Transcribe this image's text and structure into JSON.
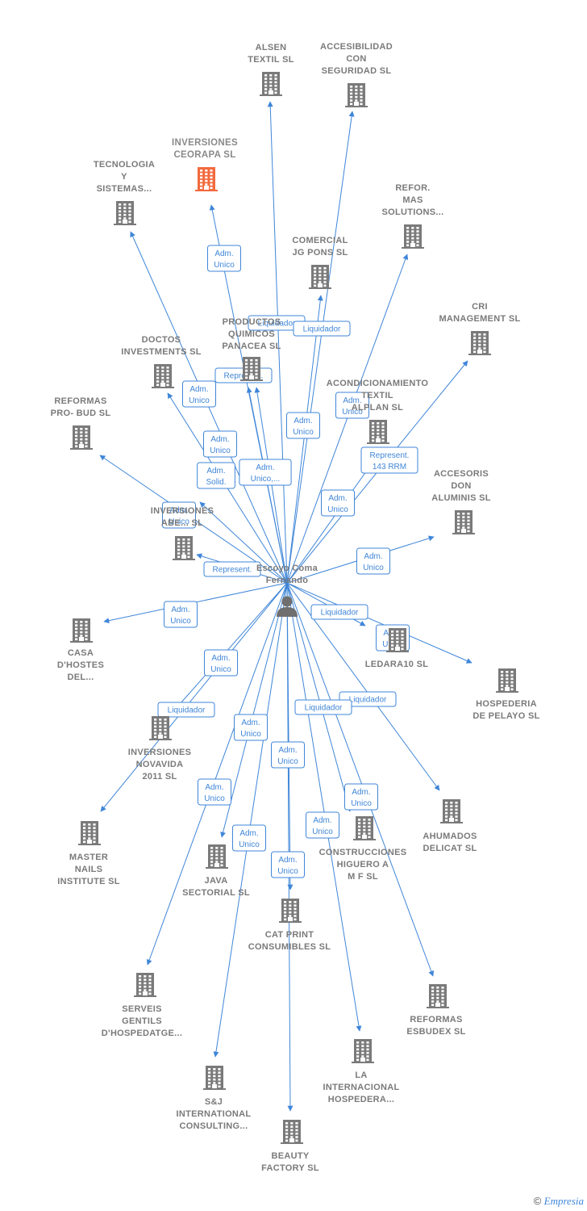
{
  "center": {
    "id": "person",
    "label": [
      "Escoyo Coma",
      "Fernando"
    ]
  },
  "colors": {
    "edge": "#3f86d8",
    "building": "#7a7a7a",
    "highlight": "#f26a3d",
    "text": "#7a7a7a"
  },
  "nodes": [
    {
      "id": "alsen",
      "label": [
        "ALSEN",
        "TEXTIL SL"
      ]
    },
    {
      "id": "accesibilidad",
      "label": [
        "ACCESIBILIDAD",
        "CON",
        "SEGURIDAD SL"
      ]
    },
    {
      "id": "inversiones_ceorapa",
      "label": [
        "INVERSIONES",
        "CEORAPA  SL"
      ],
      "highlight": true
    },
    {
      "id": "tecnologia",
      "label": [
        "TECNOLOGIA",
        "Y",
        "SISTEMAS..."
      ]
    },
    {
      "id": "refor_mas",
      "label": [
        "REFOR.",
        "MAS",
        "SOLUTIONS..."
      ]
    },
    {
      "id": "comercial_jg",
      "label": [
        "COMERCIAL",
        "JG PONS  SL"
      ]
    },
    {
      "id": "productos_quimicos",
      "label": [
        "PRODUCTOS",
        "QUIMICOS",
        "PANACEA  SL"
      ]
    },
    {
      "id": "cri",
      "label": [
        "CRI",
        "MANAGEMENT SL"
      ]
    },
    {
      "id": "doctos",
      "label": [
        "DOCTOS",
        "INVESTMENTS SL"
      ]
    },
    {
      "id": "acondicionamiento",
      "label": [
        "ACONDICIONAMIENTO",
        "TEXTIL",
        "ALPLAN SL"
      ]
    },
    {
      "id": "reformas_probud",
      "label": [
        "REFORMAS",
        "PRO- BUD  SL"
      ]
    },
    {
      "id": "accesoris",
      "label": [
        "ACCESORIS",
        "DON",
        "ALUMINIS SL"
      ]
    },
    {
      "id": "inversiones_abe",
      "label": [
        "INVERSIONES",
        "ABE...  SL"
      ]
    },
    {
      "id": "casa_dhostes",
      "label": [
        "CASA",
        "D'HOSTES",
        "DEL..."
      ]
    },
    {
      "id": "ledara10",
      "label": [
        "LEDARA10 SL"
      ]
    },
    {
      "id": "hospederia",
      "label": [
        "HOSPEDERIA",
        "DE PELAYO  SL"
      ]
    },
    {
      "id": "inversiones_novavida",
      "label": [
        "INVERSIONES",
        "NOVAVIDA",
        "2011 SL"
      ]
    },
    {
      "id": "ahumados",
      "label": [
        "AHUMADOS",
        "DELICAT SL"
      ]
    },
    {
      "id": "master_nails",
      "label": [
        "MASTER",
        "NAILS",
        "INSTITUTE SL"
      ]
    },
    {
      "id": "construcciones",
      "label": [
        "CONSTRUCCIONES",
        "HIGUERO A",
        "M F SL"
      ]
    },
    {
      "id": "java",
      "label": [
        "JAVA",
        "SECTORIAL SL"
      ]
    },
    {
      "id": "cat_print",
      "label": [
        "CAT PRINT",
        "CONSUMIBLES SL"
      ]
    },
    {
      "id": "serveis",
      "label": [
        "SERVEIS",
        "GENTILS",
        "D'HOSPEDATGE..."
      ]
    },
    {
      "id": "reformas_esbudex",
      "label": [
        "REFORMAS",
        "ESBUDEX  SL"
      ]
    },
    {
      "id": "la_internacional",
      "label": [
        "LA",
        "INTERNACIONAL",
        "HOSPEDERA..."
      ]
    },
    {
      "id": "sj",
      "label": [
        "S&J",
        "INTERNATIONAL",
        "CONSULTING..."
      ]
    },
    {
      "id": "beauty",
      "label": [
        "BEAUTY",
        "FACTORY  SL"
      ]
    }
  ],
  "edges": [
    {
      "to": "alsen",
      "label": [
        "Liquidador"
      ]
    },
    {
      "to": "accesibilidad",
      "label": [
        "Liquidador"
      ]
    },
    {
      "to": "inversiones_ceorapa",
      "label": [
        "Adm.",
        "Unico"
      ]
    },
    {
      "to": "tecnologia",
      "label": [
        "Adm.",
        "Unico"
      ]
    },
    {
      "to": "refor_mas",
      "label": [
        "Adm.",
        "Unico"
      ]
    },
    {
      "to": "comercial_jg",
      "label": [
        "Adm.",
        "Unico"
      ]
    },
    {
      "to": "productos_quimicos",
      "label": [
        "Represent."
      ]
    },
    {
      "to": "cri",
      "label": [
        "Represent.",
        "143 RRM"
      ]
    },
    {
      "to": "doctos",
      "label": [
        "Adm.",
        "Unico"
      ]
    },
    {
      "to": "acondicionamiento",
      "label": [
        "Adm.",
        "Unico"
      ]
    },
    {
      "to": "reformas_probud",
      "label": [
        "Adm.",
        "Unico"
      ]
    },
    {
      "to": "accesoris",
      "label": [
        "Adm.",
        "Unico"
      ]
    },
    {
      "to": "inversiones_abe",
      "label": [
        "Adm.",
        "Solid."
      ]
    },
    {
      "to": "productos_quimicos",
      "label": [
        "Adm.",
        "Unico,..."
      ]
    },
    {
      "to": "inversiones_abe",
      "label": [
        "Represent."
      ]
    },
    {
      "to": "casa_dhostes",
      "label": [
        "Adm.",
        "Unico"
      ]
    },
    {
      "to": "ledara10",
      "label": [
        "Liquidador"
      ]
    },
    {
      "to": "hospederia",
      "label": [
        "Adm.",
        "Unico"
      ]
    },
    {
      "to": "inversiones_novavida",
      "label": [
        "Adm.",
        "Unico"
      ]
    },
    {
      "to": "master_nails",
      "label": [
        "Liquidador"
      ]
    },
    {
      "to": "ahumados",
      "label": [
        "Liquidador"
      ]
    },
    {
      "to": "construcciones",
      "label": [
        "Liquidador"
      ]
    },
    {
      "to": "java",
      "label": [
        "Adm.",
        "Unico"
      ]
    },
    {
      "to": "cat_print",
      "label": [
        "Adm.",
        "Unico"
      ]
    },
    {
      "to": "serveis",
      "label": [
        "Adm.",
        "Unico"
      ]
    },
    {
      "to": "reformas_esbudex",
      "label": [
        "Adm.",
        "Unico"
      ]
    },
    {
      "to": "la_internacional",
      "label": [
        "Adm.",
        "Unico"
      ]
    },
    {
      "to": "sj",
      "label": [
        "Adm.",
        "Unico"
      ]
    },
    {
      "to": "beauty",
      "label": [
        "Adm.",
        "Unico"
      ]
    }
  ],
  "watermark": {
    "symbol": "©",
    "brand": "Empresia"
  }
}
